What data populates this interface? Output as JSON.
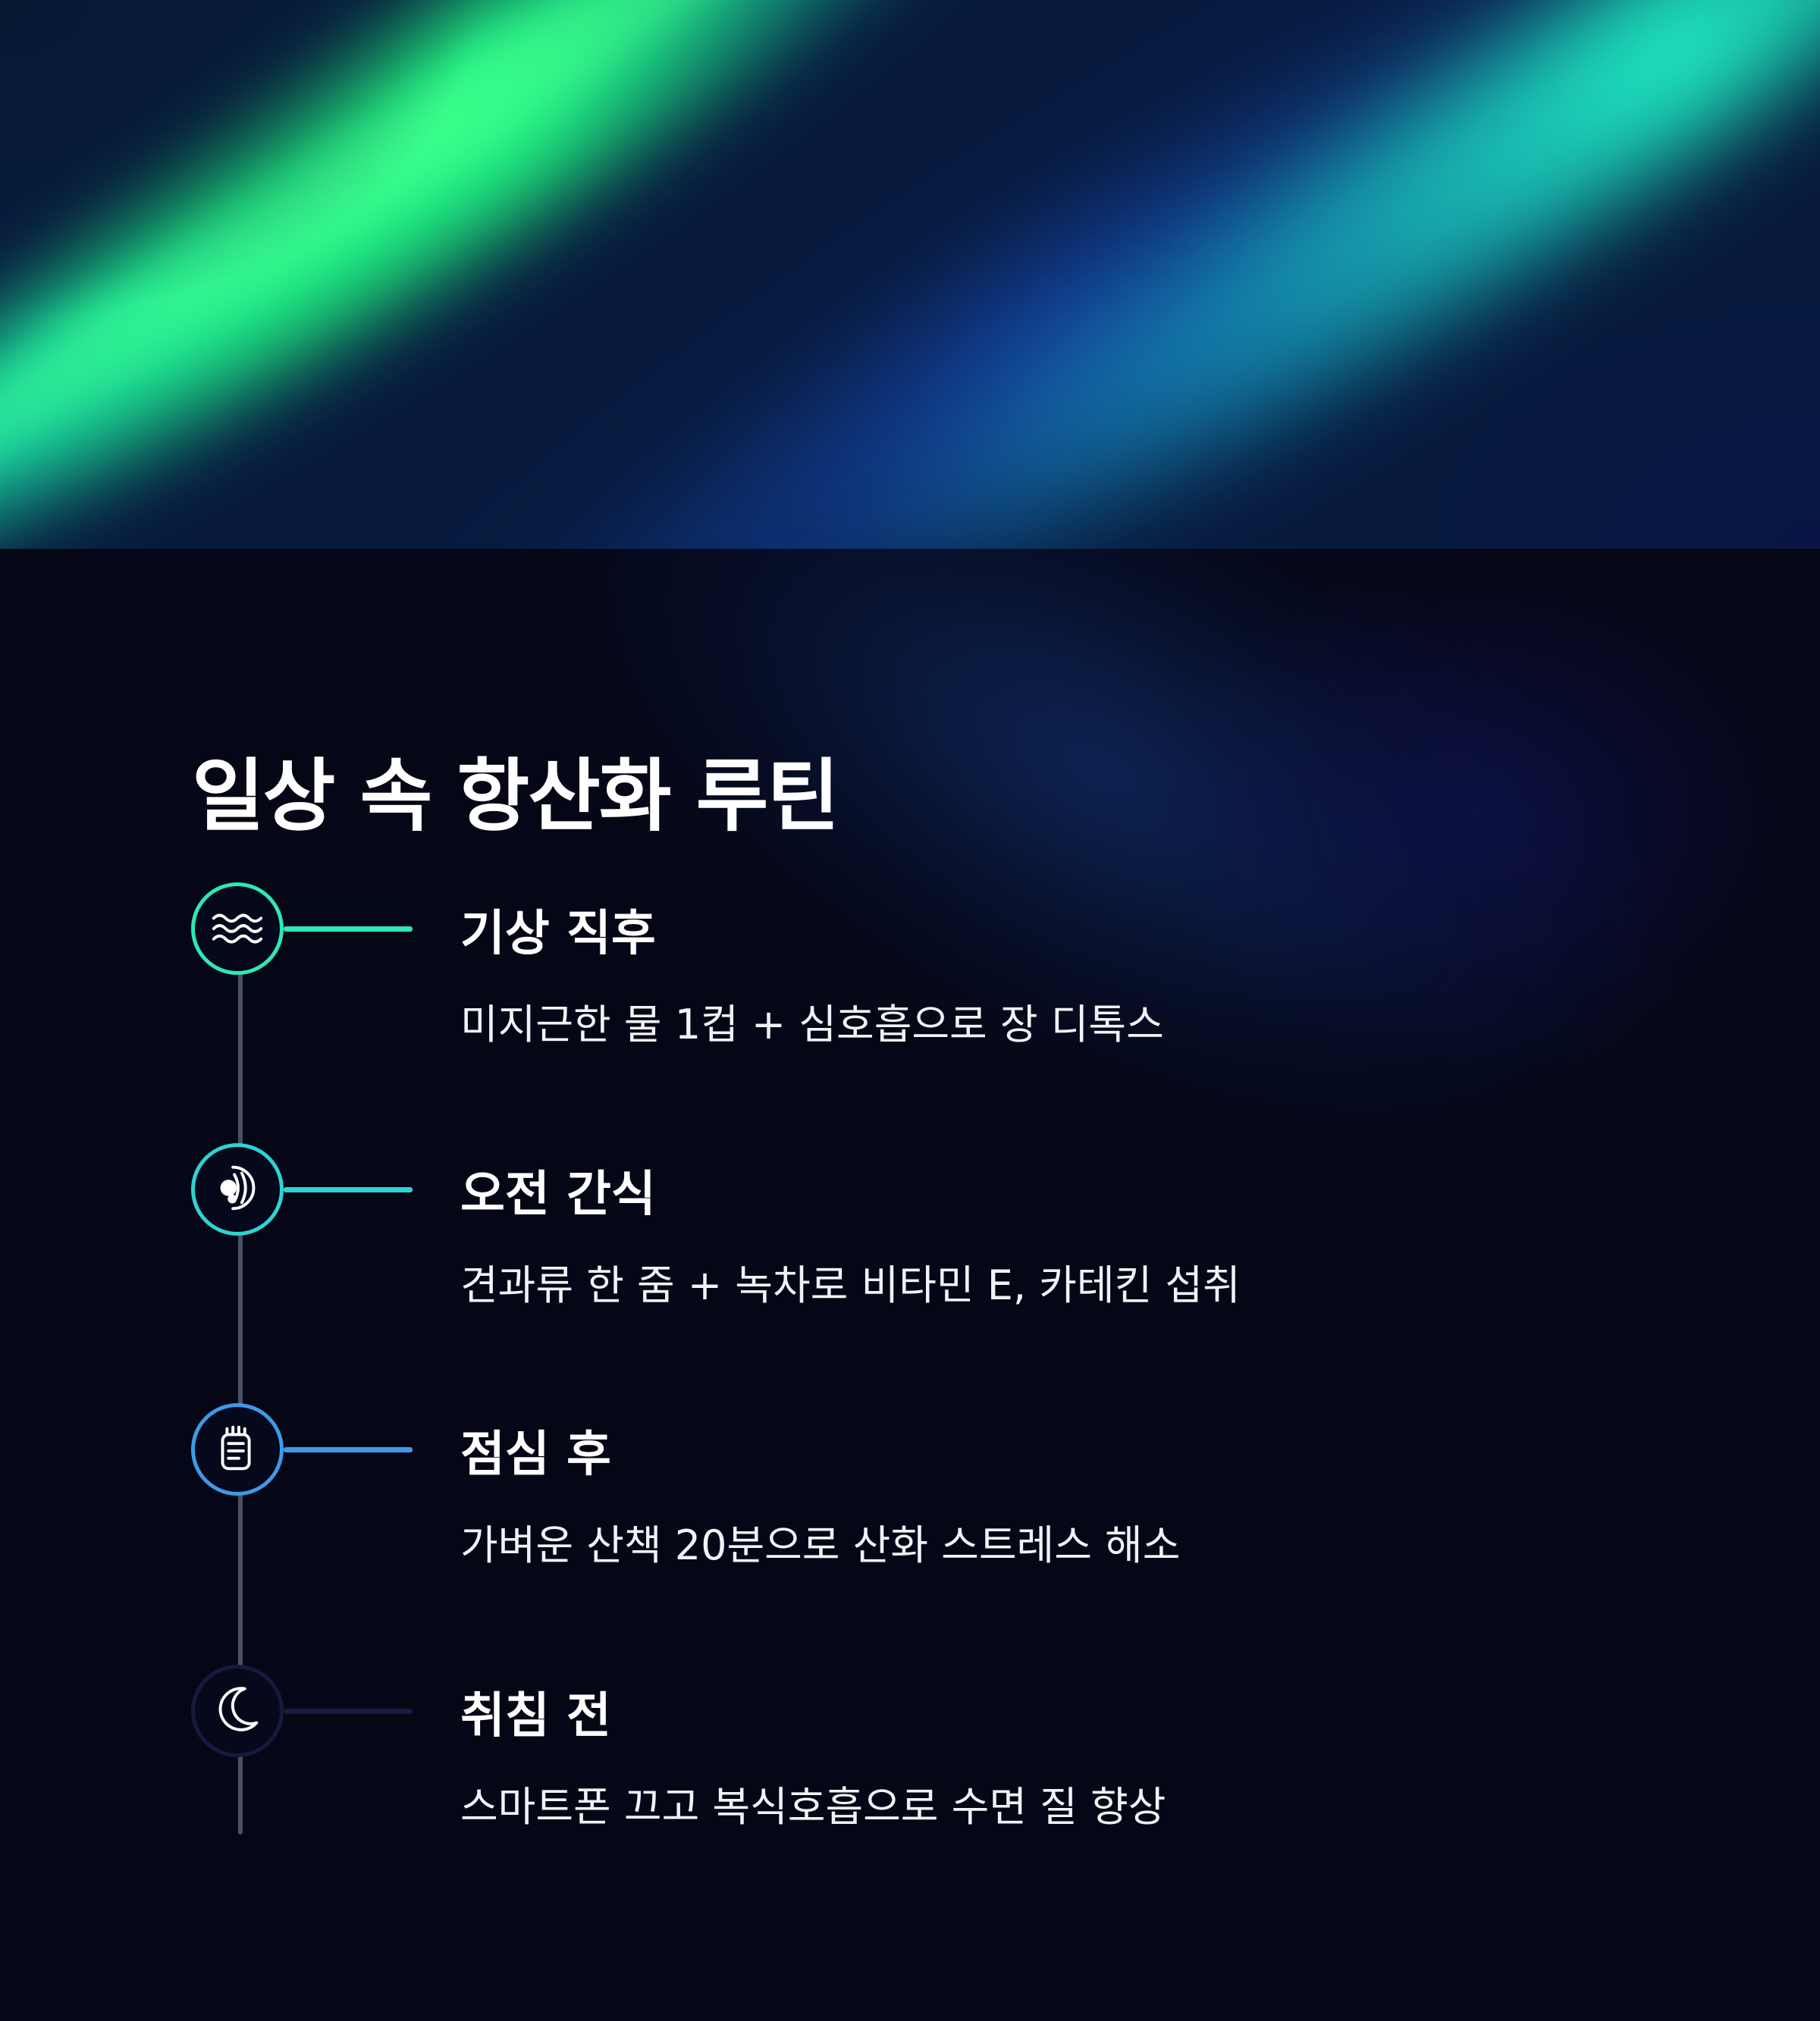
{
  "title": "일상 속 항산화 루틴",
  "steps": [
    {
      "icon": "water-waves-icon",
      "title": "기상 직후",
      "description": "미지근한 물 1컵 + 심호흡으로 장 디톡스",
      "color": "#2ee8b6"
    },
    {
      "icon": "nuts-icon",
      "title": "오전 간식",
      "description": "견과류 한 줌 + 녹차로 비타민 E, 카테킨 섭취",
      "color": "#2fd3d3"
    },
    {
      "icon": "walk-list-icon",
      "title": "점심 후",
      "description": "가벼운 산책 20분으로 산화 스트레스 해소",
      "color": "#3d9ae8"
    },
    {
      "icon": "moon-icon",
      "title": "취침 전",
      "description": "스마트폰 끄고 복식호흡으로 수면 질 향상",
      "color": "#151a40"
    }
  ]
}
